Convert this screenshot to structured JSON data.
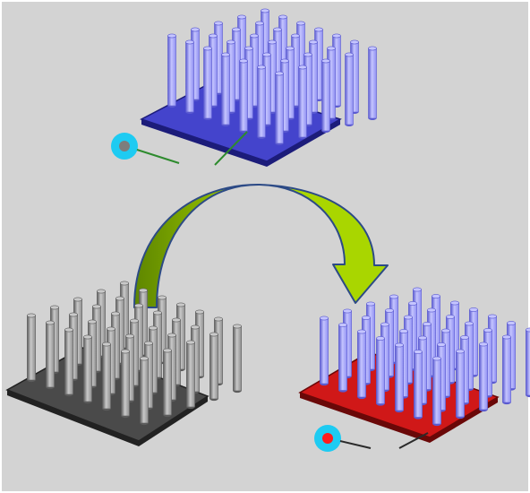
{
  "colors": {
    "background": "#d3d3d3",
    "panel_border": "#ffffff",
    "blue_rod_light": "#c5c5ff",
    "blue_rod_mid": "#8f8ff2",
    "blue_rod_dark": "#5a5ad0",
    "blue_base": "#4444cc",
    "blue_base_edge": "#1c1c7a",
    "gray_rod_light": "#c9c9c9",
    "gray_rod_mid": "#8e8e8e",
    "gray_rod_dark": "#5c5c5c",
    "gray_base": "#4a4a4a",
    "red_base": "#d01818",
    "red_base_edge": "#6a0808",
    "arrow_light": "#a9d600",
    "arrow_dark": "#5e8600",
    "arrow_outline": "#2c4a86",
    "halo": "#1ecbf2",
    "core_gray": "#7d7d7d",
    "core_red": "#ff1c1c",
    "tail_green": "#2e8b2e",
    "tail_dark": "#2a2a2a"
  },
  "arrays": [
    {
      "name": "top-blue-array",
      "grid": [
        5,
        7
      ],
      "base": "blue"
    },
    {
      "name": "left-gray-array",
      "grid": [
        5,
        7
      ],
      "base": "gray"
    },
    {
      "name": "right-red-array",
      "grid": [
        5,
        7
      ],
      "base": "red"
    }
  ],
  "icons": {
    "top_indicator": "particle-icon",
    "bottom_indicator": "particle-icon",
    "transition": "curved-arrow-icon"
  }
}
